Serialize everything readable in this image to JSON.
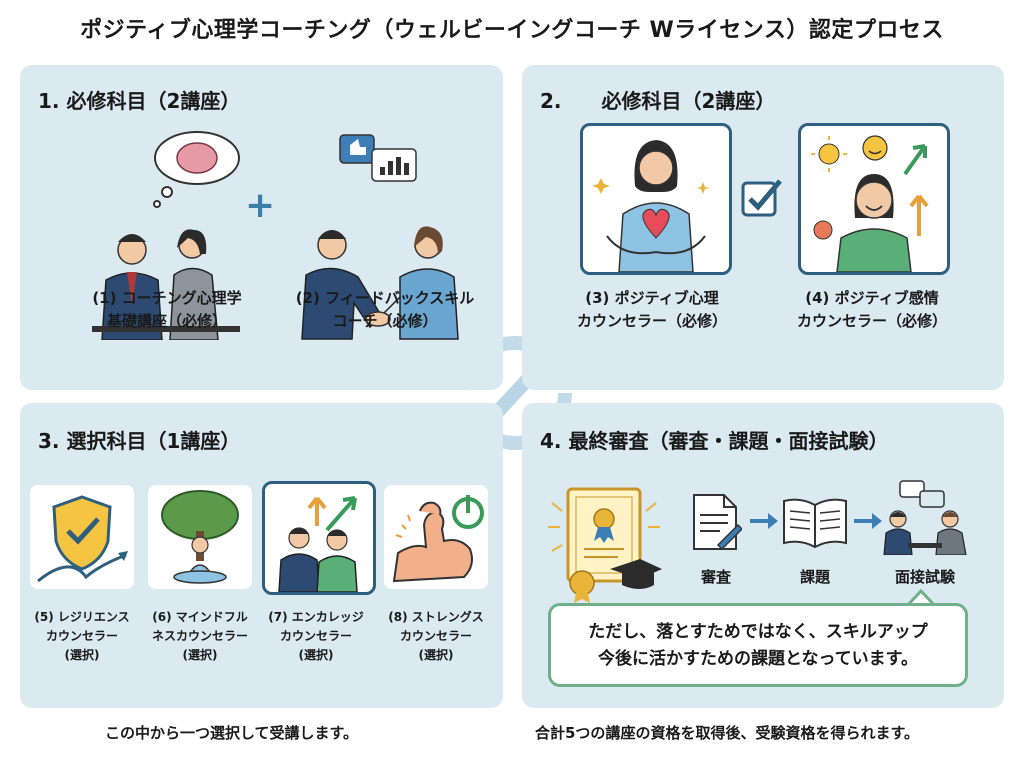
{
  "title": "ポジティブ心理学コーチング（ウェルビーイングコーチ Wライセンス）認定プロセス",
  "section1": {
    "title": "1. 必修科目（2講座）",
    "plus": "+",
    "courses": [
      {
        "line1": "(1) コーチング心理学",
        "line2": "基礎講座（必修）"
      },
      {
        "line1": "(2) フィードバックスキル",
        "line2": "コーチ（必修）"
      }
    ]
  },
  "section2": {
    "title": "2.　　必修科目（2講座）",
    "courses": [
      {
        "line1": "(3) ポジティブ心理",
        "line2": "カウンセラー（必修）"
      },
      {
        "line1": "(4) ポジティブ感情",
        "line2": "カウンセラー（必修）"
      }
    ]
  },
  "section3": {
    "title": "3. 選択科目（1講座）",
    "courses": [
      {
        "line1": "(5) レジリエンス",
        "line2": "カウンセラー",
        "line3": "(選択)"
      },
      {
        "line1": "(6) マインドフル",
        "line2": "ネスカウンセラー",
        "line3": "(選択)"
      },
      {
        "line1": "(7) エンカレッジ",
        "line2": "カウンセラー",
        "line3": "(選択)"
      },
      {
        "line1": "(8) ストレングス",
        "line2": "カウンセラー",
        "line3": "(選択)"
      }
    ]
  },
  "section4": {
    "title": "4. 最終審査（審査・課題・面接試験）",
    "steps": [
      "審査",
      "課題",
      "面接試験"
    ],
    "note_line1": "ただし、落とすためではなく、スキルアップ",
    "note_line2": "今後に活かすための課題となっています。"
  },
  "footer_left": "この中から一つ選択して受講します。",
  "footer_right": "合計5つの講座の資格を取得後、受験資格を得られます。",
  "colors": {
    "panel": "#dbe9f0",
    "navy": "#2e5f7f",
    "accent_green": "#6fb08a",
    "gold": "#e8b53a"
  }
}
